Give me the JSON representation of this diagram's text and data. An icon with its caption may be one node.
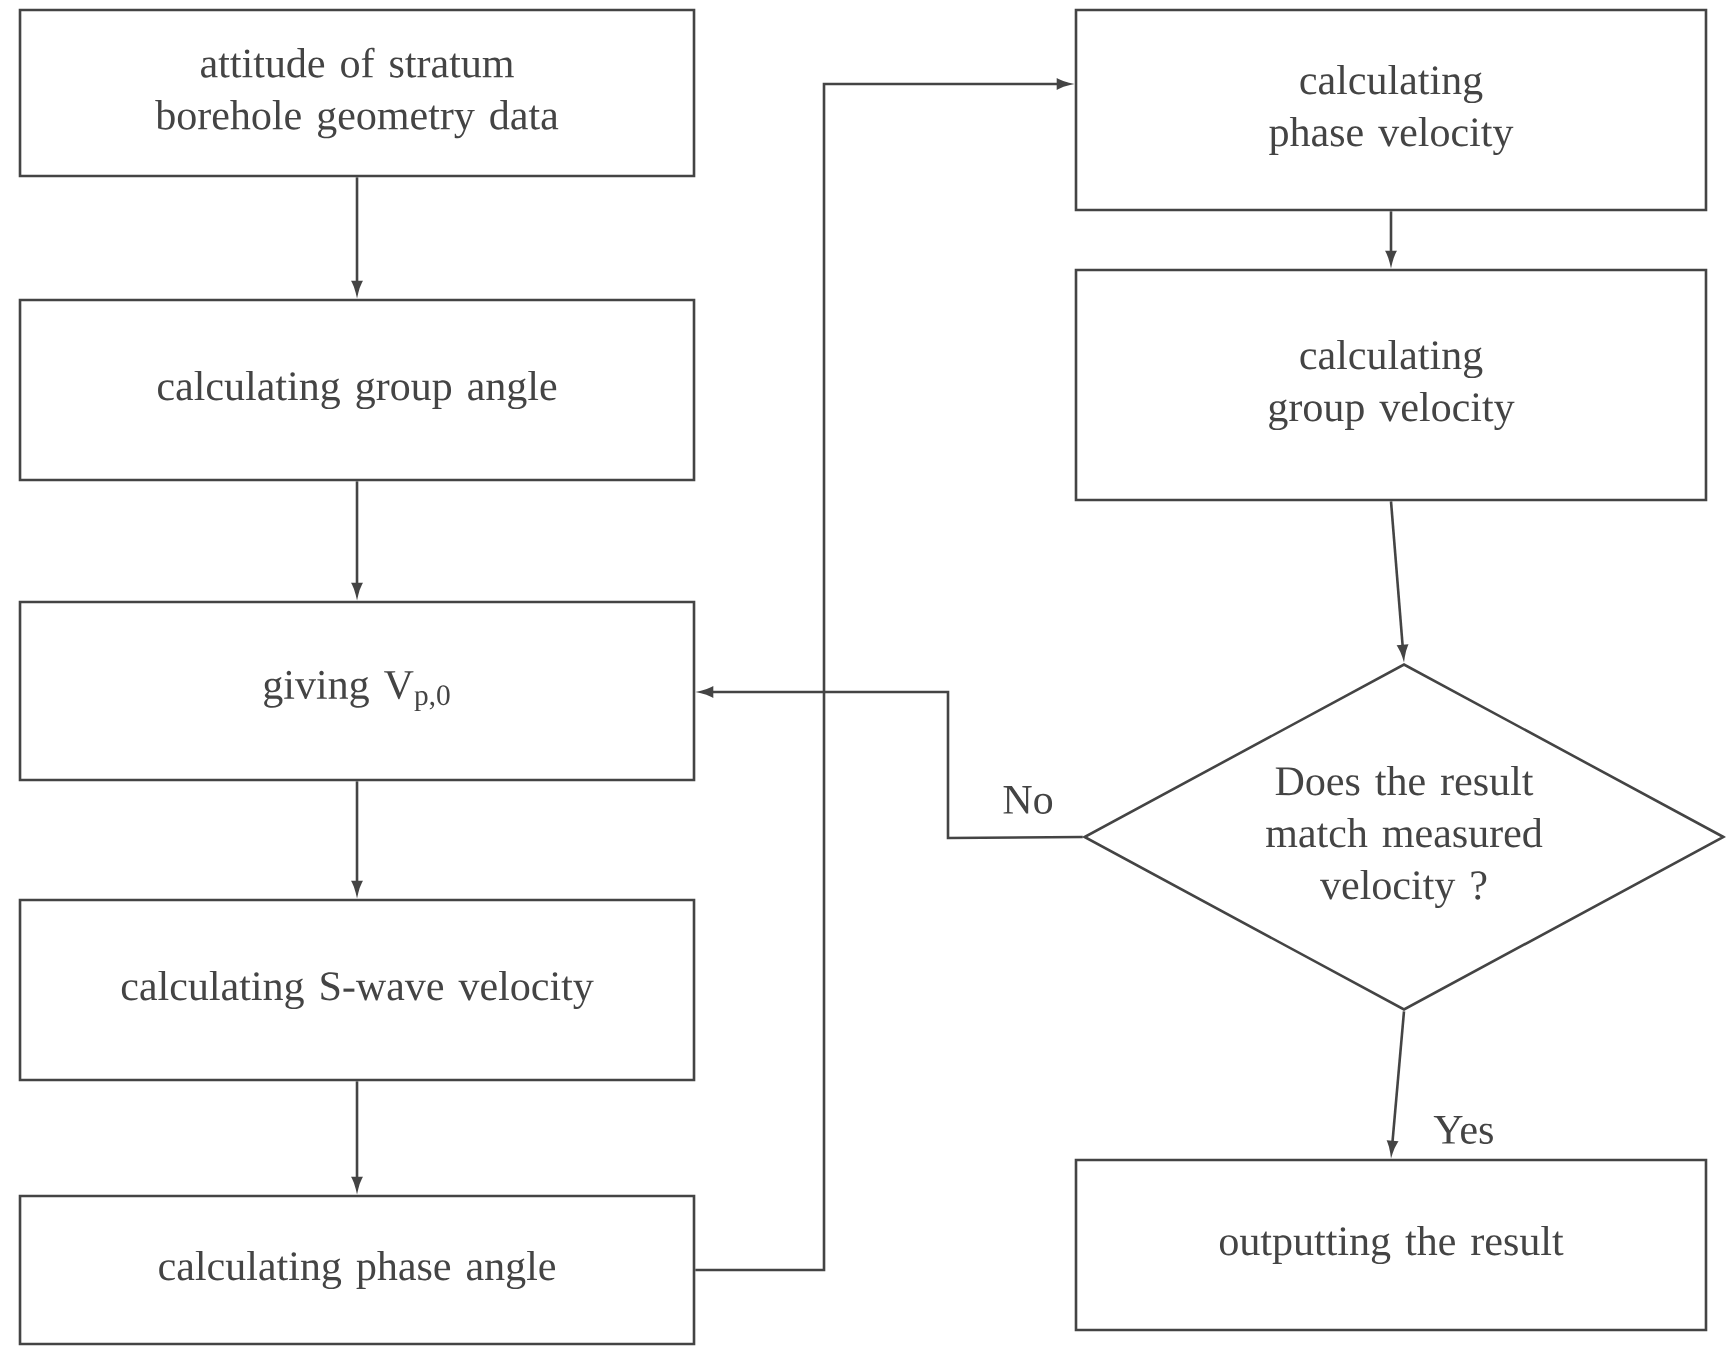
{
  "diagram": {
    "nodes": [
      {
        "text": [
          "attitude of stratum borehole geometry data"
        ]
      },
      {
        "text": [
          "calculating group angle"
        ]
      },
      {
        "text": [
          "giving V$_{p,0}$"
        ]
      },
      {
        "text": [
          "calculating S-wave velocity"
        ]
      },
      {
        "text": [
          "calculating phase angle"
        ]
      },
      {
        "text": [
          "calculating phase velocity"
        ]
      },
      {
        "text": [
          "calculating group velocity"
        ]
      },
      {
        "text": [
          "Does the result match measured velocity ?"
        ]
      },
      {
        "text": [
          "outputting the result"
        ]
      }
    ],
    "edges": [
      {
        "from": 0,
        "to": 1,
        "arrow": "to"
      },
      {
        "from": 1,
        "to": 2,
        "arrow": "to"
      },
      {
        "from": 2,
        "to": 3,
        "arrow": "to"
      },
      {
        "from": 3,
        "to": 4,
        "arrow": "to"
      },
      {
        "from": 4,
        "to": 5,
        "arrow": "to"
      },
      {
        "from": 5,
        "to": 6,
        "arrow": "to"
      },
      {
        "from": 6,
        "to": 7,
        "arrow": "to"
      },
      {
        "from": 7,
        "to": 8,
        "arrow": "to",
        "label": "Yes"
      },
      {
        "from": 7,
        "to": 2,
        "arrow": "to",
        "label": "No"
      }
    ]
  }
}
